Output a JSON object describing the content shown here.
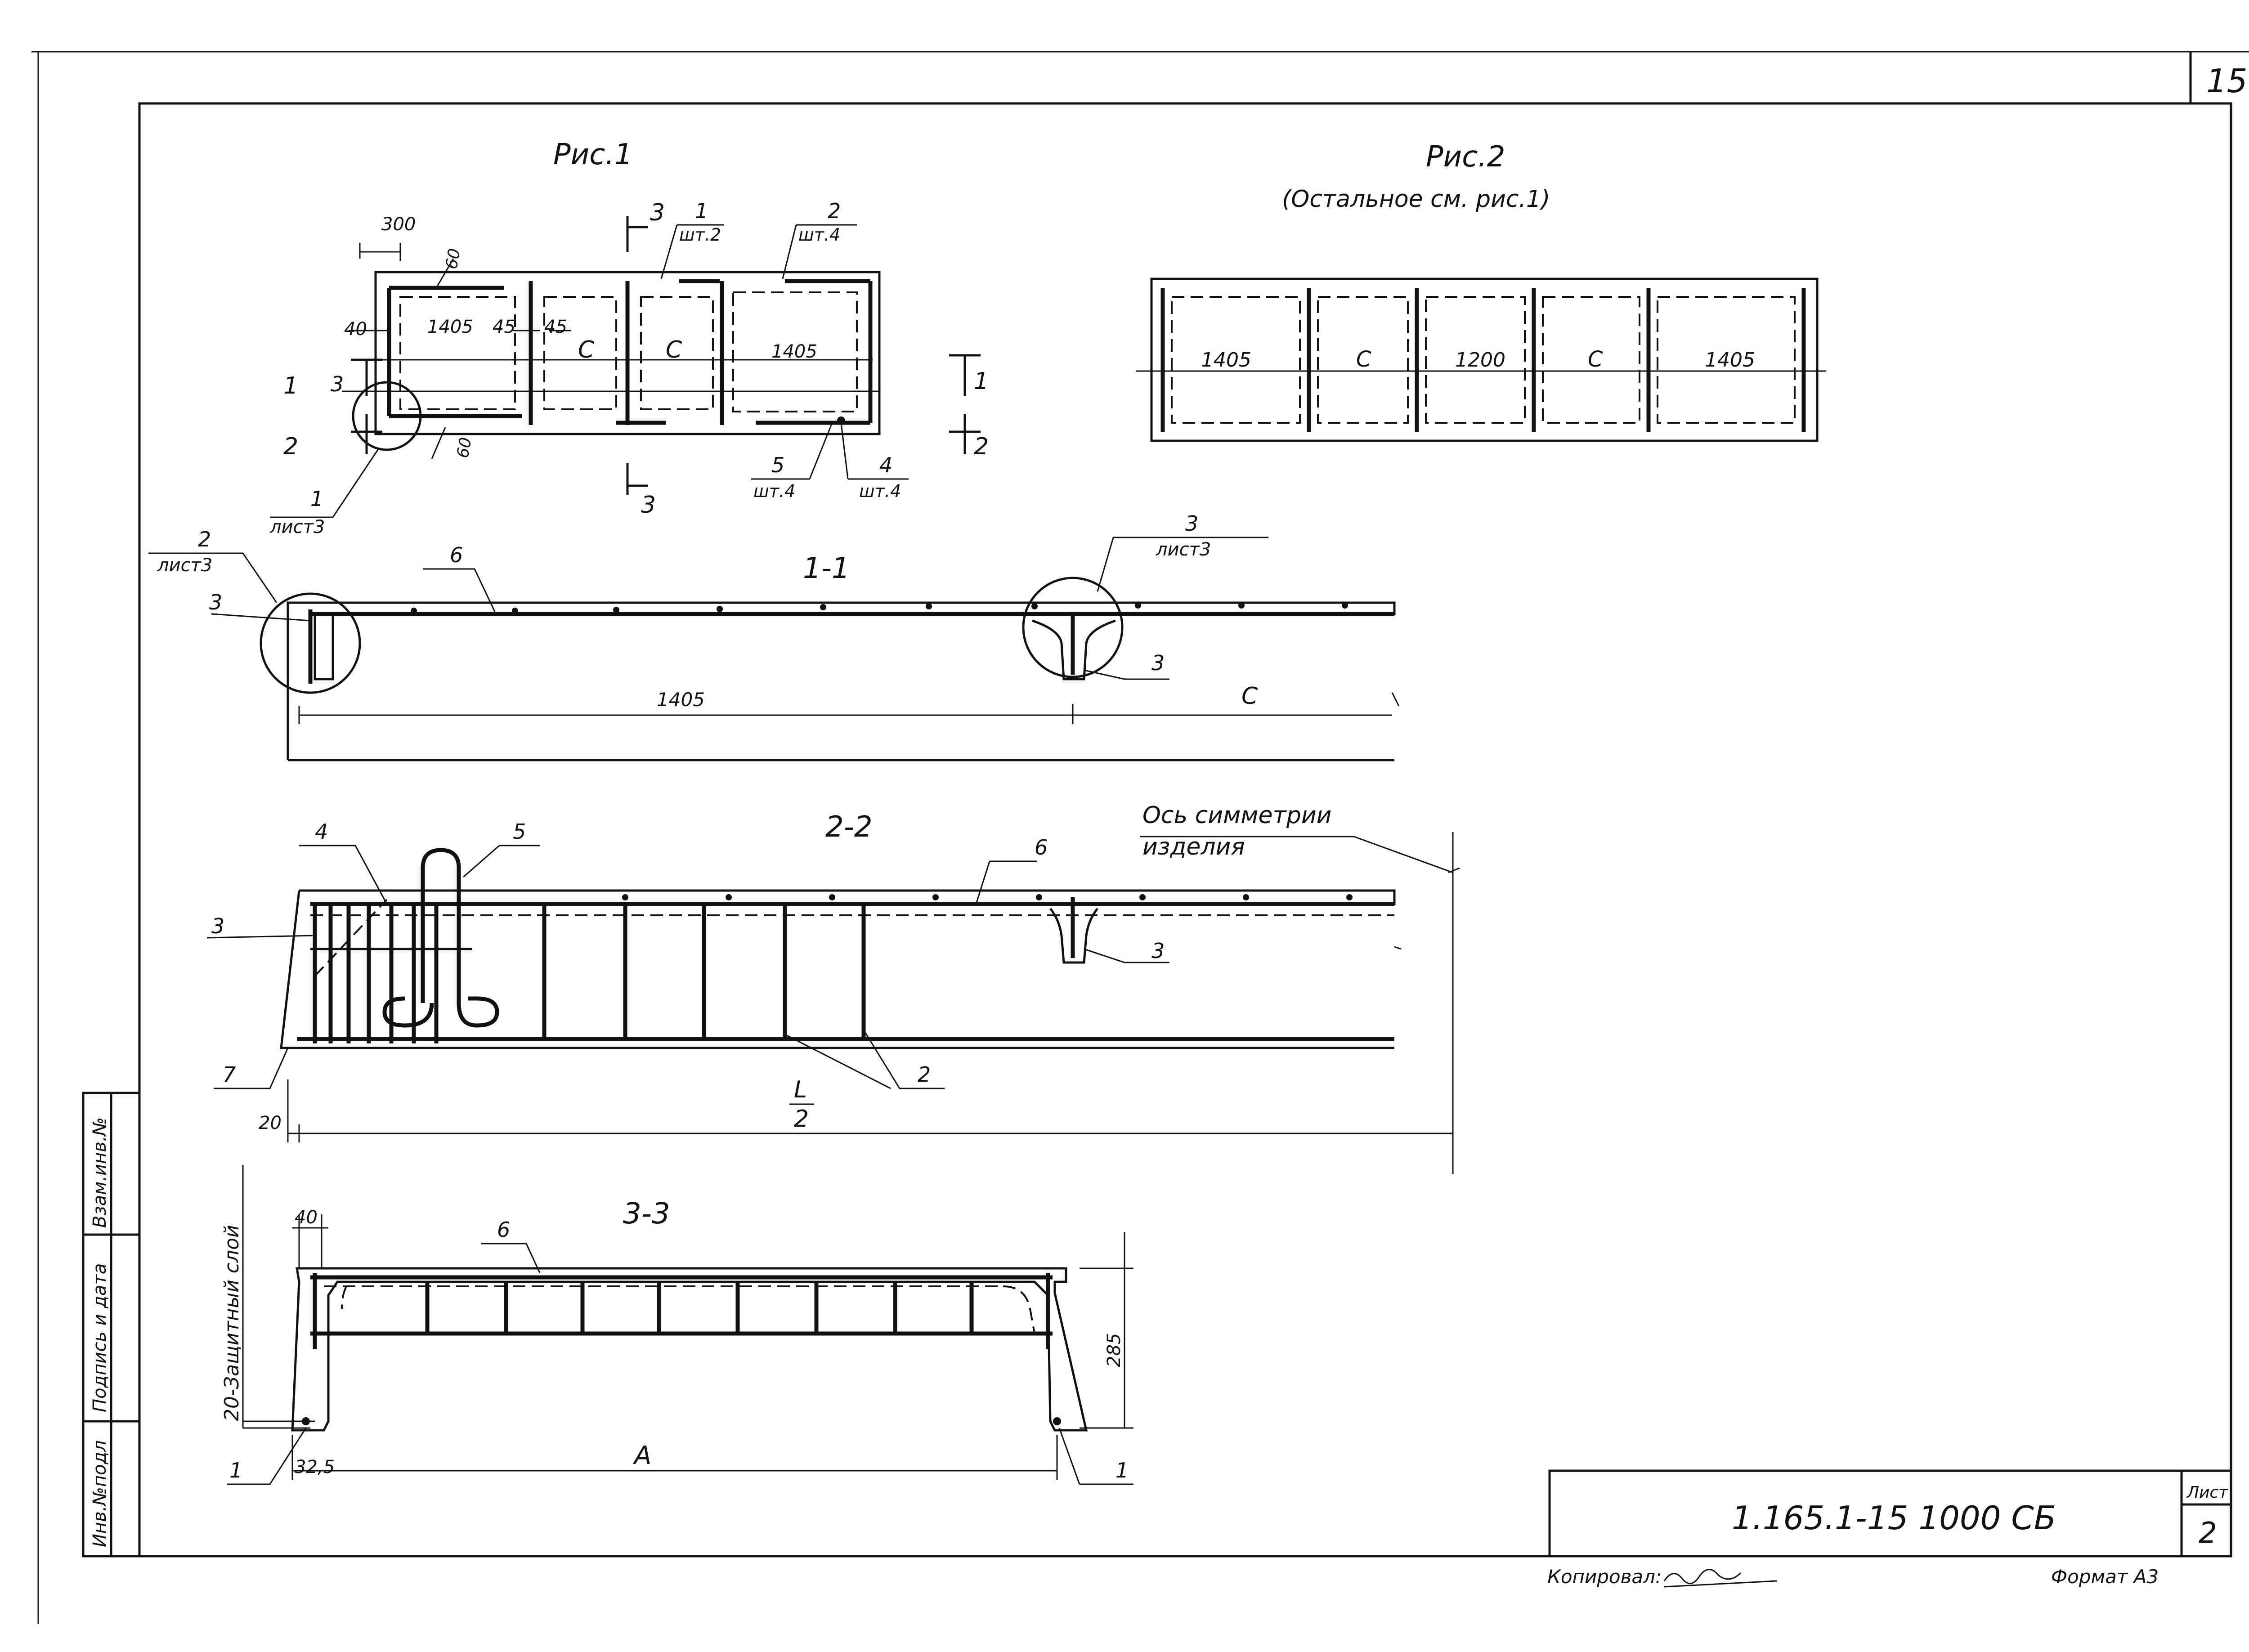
{
  "sheet": {
    "page_number": "15",
    "document_code": "1.165.1-15 1000 СБ",
    "list_label": "Лист",
    "list_number": "2",
    "copied_label": "Копировал:",
    "format_label": "Формат А3",
    "side_stamp": [
      "Инв.№подл",
      "Подпись и дата",
      "Взам.инв.№"
    ]
  },
  "fig1": {
    "title": "Рис.1",
    "dims": {
      "d300": "300",
      "d60a": "60",
      "d60b": "60",
      "d40": "40",
      "d1405a": "1405",
      "d45a": "45",
      "d45b": "45",
      "c1": "С",
      "c2": "С",
      "d1405b": "1405"
    },
    "section_marks": {
      "s3a": "3",
      "s3b": "3",
      "s3c": "3",
      "s1a": "1",
      "s1b": "1",
      "s2a": "2",
      "s2b": "2"
    },
    "callouts": {
      "p1_num": "1",
      "p1_qty": "шт.2",
      "p2_num": "2",
      "p2_qty": "шт.4",
      "p5_num": "5",
      "p5_qty": "шт.4",
      "p4_num": "4",
      "p4_qty": "шт.4",
      "node1_num": "1",
      "node1_sheet": "лист3"
    }
  },
  "fig2": {
    "title": "Рис.2",
    "subtitle": "(Остальное см. рис.1)",
    "cells": [
      "1405",
      "С",
      "1200",
      "С",
      "1405"
    ]
  },
  "section11": {
    "title": "1-1",
    "node2_num": "2",
    "node2_sheet": "лист3",
    "node3_num": "3",
    "node3_sheet": "лист3",
    "pos3a": "3",
    "pos6": "6",
    "pos3b": "3",
    "dim1405": "1405",
    "dimC": "С"
  },
  "section22": {
    "title": "2-2",
    "pos4": "4",
    "pos5": "5",
    "pos6": "6",
    "pos3a": "3",
    "pos3b": "3",
    "pos7": "7",
    "pos2": "2",
    "axis_line1": "Ось симметрии",
    "axis_line2": "изделия",
    "dimL": "L",
    "dimHalf": "2",
    "dim20": "20"
  },
  "section33": {
    "title": "3-3",
    "protective": "20-Защитный слой",
    "dim40": "40",
    "pos6": "6",
    "dim285": "285",
    "pos1a": "1",
    "pos1b": "1",
    "dim32": "32,5",
    "dimA": "А"
  }
}
